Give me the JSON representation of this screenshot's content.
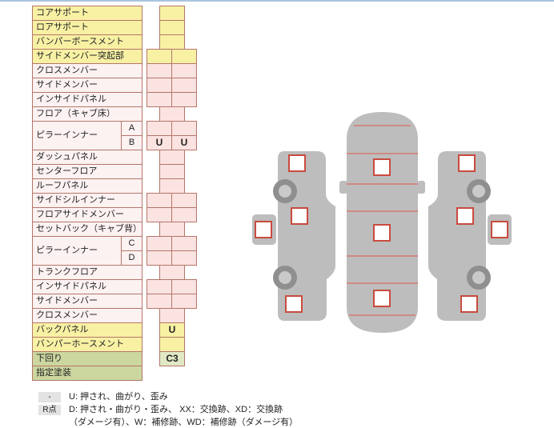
{
  "table": {
    "rows": [
      {
        "label": "コアサポート"
      },
      {
        "label": "ロアサポート"
      },
      {
        "label": "バンパーボースメント"
      },
      {
        "label": "サイドメンバー突起部"
      },
      {
        "label": "クロスメンバー"
      },
      {
        "label": "サイドメンバー"
      },
      {
        "label": "インサイドパネル"
      },
      {
        "label": "フロア（キャブ床）"
      },
      {
        "label": "ピラーインナー",
        "sub": "A"
      },
      {
        "label": "",
        "sub": "B",
        "values": [
          "U",
          "U"
        ]
      },
      {
        "label": "ダッシュパネル"
      },
      {
        "label": "センターフロア"
      },
      {
        "label": "ルーフパネル"
      },
      {
        "label": "サイドシルインナー"
      },
      {
        "label": "フロアサイドメンバー"
      },
      {
        "label": "セットバック（キャブ背）"
      },
      {
        "label": "ピラーインナー",
        "sub": "C"
      },
      {
        "label": "",
        "sub": "D"
      },
      {
        "label": "トランクフロア"
      },
      {
        "label": "インサイドパネル"
      },
      {
        "label": "サイドメンバー"
      },
      {
        "label": "クロスメンバー"
      },
      {
        "label": "バックパネル",
        "values": [
          "U"
        ]
      },
      {
        "label": "バンパーホースメント"
      },
      {
        "label": "下回り",
        "values": [
          "C3"
        ]
      },
      {
        "label": "指定塗装"
      }
    ]
  },
  "legend": {
    "lines": [
      {
        "badge": "-",
        "text": "U: 押され、曲がり、歪み"
      },
      {
        "badge": "R点",
        "text": "D: 押され・曲がり・歪み、 XX：交換跡、XD：交換跡"
      },
      {
        "badge": "",
        "text": "（ダメージ有）、W：補修跡、WD：補修跡（ダメージ有）"
      }
    ]
  },
  "colors": {
    "table_border": "#b5766a",
    "yellow_row": "#f8f1a4",
    "pink_label": "#fdf2f2",
    "pink_cell": "#fbe3e1",
    "green_label": "#ccd7a0",
    "green_cell": "#e0e9c4",
    "car_gray": "#bdbdbd",
    "wheel_gray": "#8f8f8f",
    "marker_border": "#c84b3f",
    "divider_red": "#cf8b84",
    "legend_badge_bg": "#e3e3e3",
    "top_border": "#aac4de"
  }
}
